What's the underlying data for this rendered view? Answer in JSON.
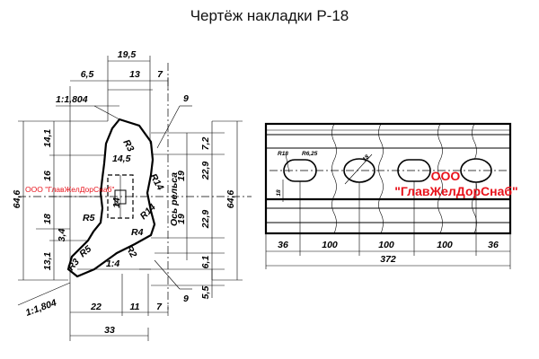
{
  "title": "Чертёж накладки Р-18",
  "watermark": {
    "left": "ООО \"ГлавЖелДорСнаб\"",
    "right_top": "ООО",
    "right_bottom": "\"ГлавЖелДорСнаб\"",
    "color": "#e8121b"
  },
  "section": {
    "top": [
      "19,5",
      "6,5",
      "13",
      "7"
    ],
    "slope_top": "1:1,804",
    "slope_bottom": "1:1,804",
    "slope_mid": "1:4",
    "callout_top": "9",
    "callout_bottom": "9",
    "radii": [
      "R3",
      "R14",
      "R14",
      "R5",
      "R5",
      "R3",
      "R4",
      "R2"
    ],
    "inner": [
      "14,5",
      "14",
      "3,4"
    ],
    "left_dims": [
      "64,6",
      "14,1",
      "16",
      "18",
      "13,1"
    ],
    "right_dims": [
      "7,2",
      "22,9",
      "19",
      "19",
      "22,9",
      "6,1",
      "5,5",
      "64,6"
    ],
    "axis_label": "Ось рельса",
    "bottom": [
      "22",
      "11",
      "7",
      "33"
    ]
  },
  "plan": {
    "hole_labels": [
      "R18",
      "R6,25",
      "18",
      "18"
    ],
    "spacing": [
      "36",
      "100",
      "100",
      "100",
      "36"
    ],
    "total": "372"
  }
}
